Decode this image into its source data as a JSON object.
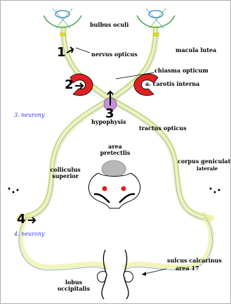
{
  "labels": {
    "bulbus_oculi": "bulbus oculi",
    "macula_lutea": "macula lutea",
    "nervus_opticus": "nervus opticus",
    "chiasma_opticum": "chiasma opticum",
    "carotis_interna": "a. carotis interna",
    "hypophysis": "hypophysis",
    "tractus_opticus": "tractus opticus",
    "area_pretectalis_1": "area",
    "area_pretectalis_2": "pretectlis",
    "corpus_geniculatum_1": "corpus geniculatum",
    "corpus_geniculatum_2": "laterale",
    "colliculus_1": "colliculus",
    "colliculus_2": "superior",
    "sulcus_calcarinus": "sulcus calcarinus",
    "area_17": "area 17",
    "lobus_1": "lobus",
    "lobus_2": "occipitalis"
  },
  "neurons": {
    "third": "3. neurony",
    "fourth": "4. neurony"
  },
  "markers": [
    "1",
    "2",
    "3",
    "4"
  ],
  "colors": {
    "tract_fill": "#fdfde0",
    "tract_yellow": "#e8e87a",
    "tract_blue": "#8fb8ee",
    "tract_green": "#8fd08f",
    "eye_green": "#4aa84a",
    "eye_blue": "#4a90d0",
    "carotid_red": "#e02020",
    "hypophysis_purple": "#c890d8",
    "pretectal_gray": "#b8b8b8",
    "neuron_blue": "#3333ff",
    "macula_yellow": "#f0e000"
  }
}
